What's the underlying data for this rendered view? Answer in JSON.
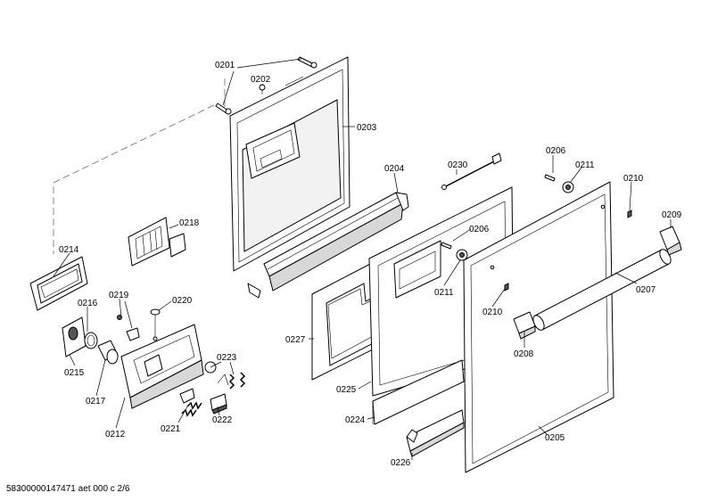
{
  "diagram": {
    "footer_text": "58300000147471 aet 000 c 2/6",
    "labels": {
      "p0201": "0201",
      "p0202": "0202",
      "p0203": "0203",
      "p0204": "0204",
      "p0205": "0205",
      "p0206a": "0206",
      "p0206b": "0206",
      "p0207": "0207",
      "p0208": "0208",
      "p0209": "0209",
      "p0210a": "0210",
      "p0210b": "0210",
      "p0211a": "0211",
      "p0211b": "0211",
      "p0212": "0212",
      "p0214": "0214",
      "p0215": "0215",
      "p0216": "0216",
      "p0217": "0217",
      "p0218": "0218",
      "p0219": "0219",
      "p0220": "0220",
      "p0221": "0221",
      "p0222": "0222",
      "p0223": "0223",
      "p0224": "0224",
      "p0225": "0225",
      "p0226": "0226",
      "p0227": "0227",
      "p0230": "0230"
    }
  }
}
